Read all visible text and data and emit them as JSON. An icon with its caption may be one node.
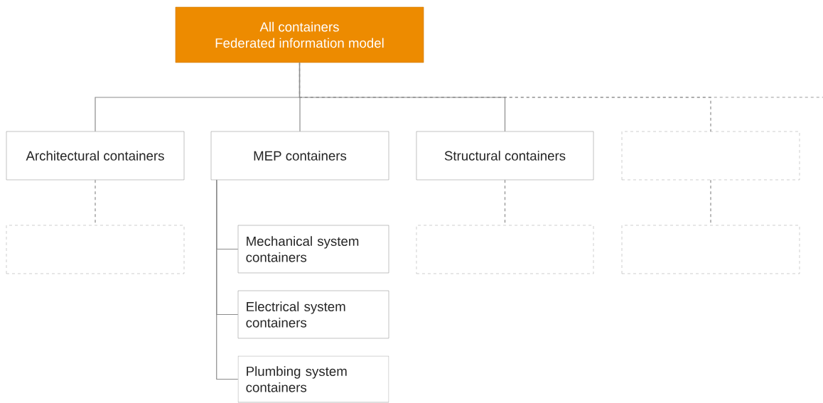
{
  "diagram": {
    "nodes": [
      {
        "text": [
          "All containers",
          "Federated information model"
        ]
      },
      {
        "text": [
          "Architectural containers"
        ]
      },
      {
        "text": [
          "MEP containers"
        ]
      },
      {
        "text": [
          "Structural containers"
        ]
      },
      {
        "text": [],
        "shape": "box"
      },
      {
        "text": [],
        "shape": "box"
      },
      {
        "text": [
          "Mechanical system containers"
        ]
      },
      {
        "text": [
          "Electrical system containers"
        ]
      },
      {
        "text": [
          "Plumbing system containers"
        ]
      },
      {
        "text": [],
        "shape": "box"
      },
      {
        "text": [],
        "shape": "box"
      }
    ],
    "edges": [
      {
        "from": 0,
        "to": 1,
        "arrow": "none"
      },
      {
        "from": 0,
        "to": 2,
        "arrow": "none"
      },
      {
        "from": 0,
        "to": 3,
        "arrow": "none"
      },
      {
        "from": 0,
        "to": 4,
        "arrow": "none",
        "style": "dashed"
      },
      {
        "from": 0,
        "to": null,
        "arrow": "none",
        "style": "dashed"
      },
      {
        "from": 1,
        "to": 5,
        "arrow": "none",
        "style": "dashed"
      },
      {
        "from": 2,
        "to": 6,
        "arrow": "none"
      },
      {
        "from": 2,
        "to": 7,
        "arrow": "none"
      },
      {
        "from": 2,
        "to": 8,
        "arrow": "none"
      },
      {
        "from": 3,
        "to": 9,
        "arrow": "none",
        "style": "dashed"
      },
      {
        "from": 4,
        "to": 10,
        "arrow": "none",
        "style": "dashed"
      }
    ]
  }
}
